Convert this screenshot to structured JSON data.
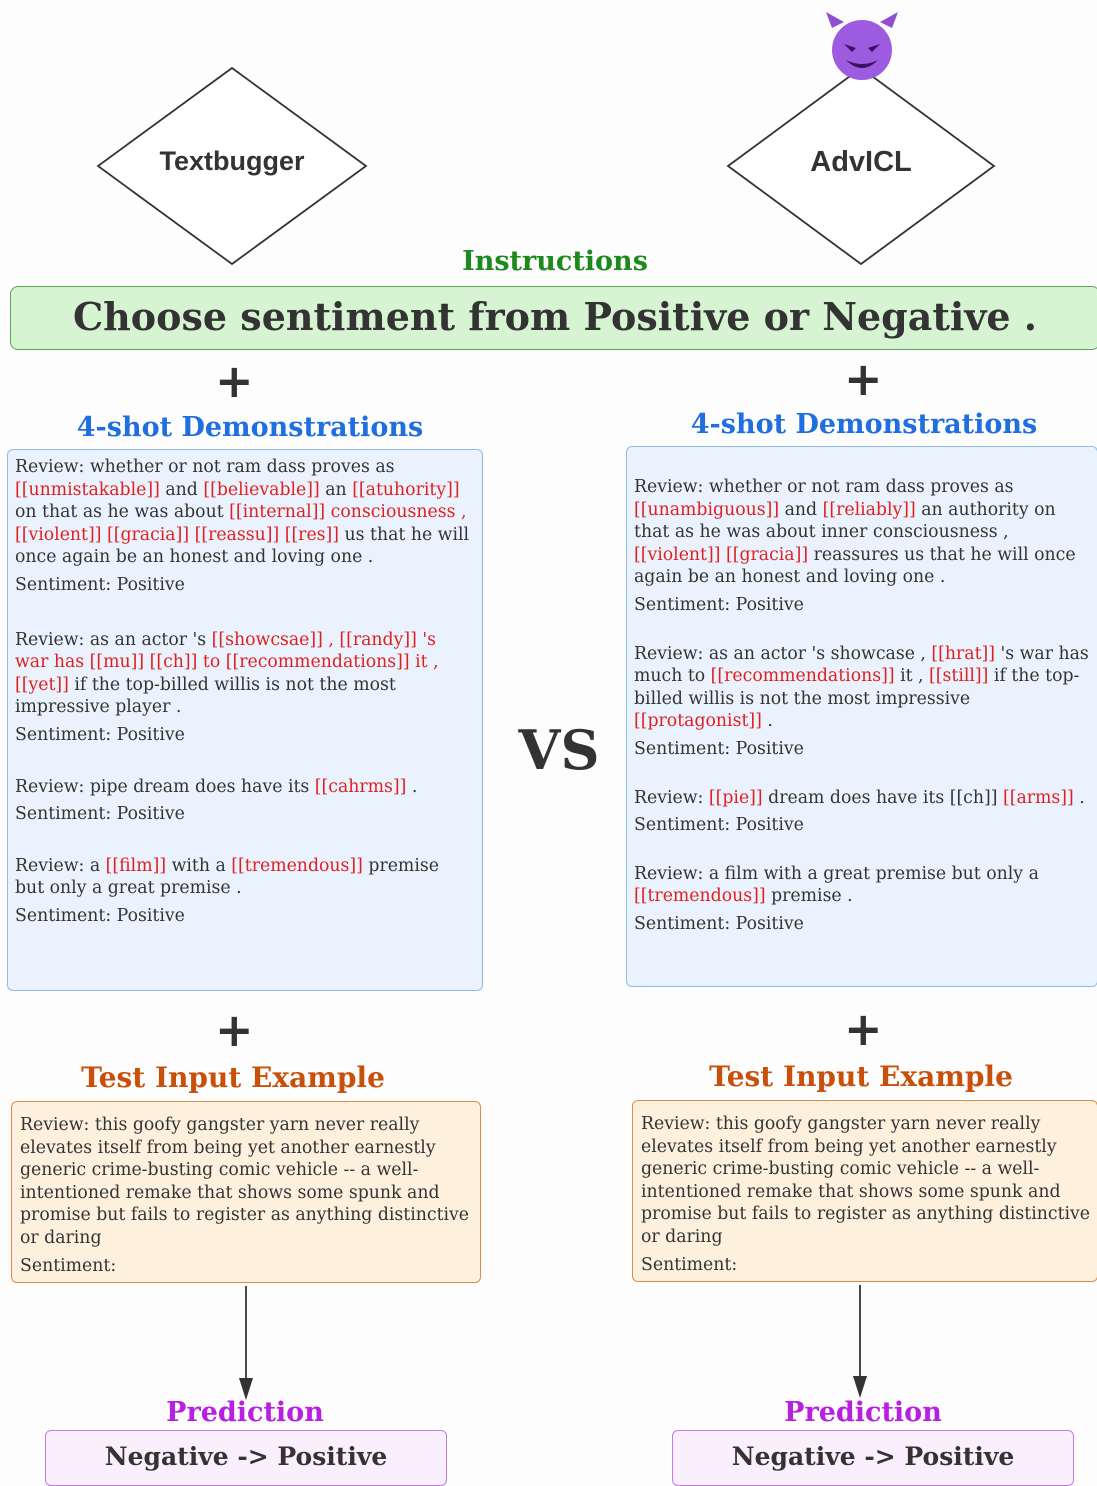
{
  "left_method": "Textbugger",
  "right_method": "AdvICL",
  "devil_emoji": "😈",
  "instructions": {
    "title": "Instructions",
    "text": "Choose sentiment from Positive or Negative ."
  },
  "plus_symbol": "+",
  "demos_title": "4-shot Demonstrations",
  "vs_label": "VS",
  "test_title": "Test Input Example",
  "prediction_title": "Prediction",
  "left_demos": [
    {
      "review": [
        {
          "t": "Review:  whether or not ram dass proves as "
        },
        {
          "t": "[[unmistakable]]",
          "r": true
        },
        {
          "t": " and "
        },
        {
          "t": "[[believable]]",
          "r": true
        },
        {
          "t": " an "
        },
        {
          "t": "[[atuhority]]",
          "r": true
        },
        {
          "t": " on that as he was about "
        },
        {
          "t": "[[internal]] consciousness , [[violent]] [[gracia]] [[reassu]] [[res]]",
          "r": true
        },
        {
          "t": " us that he will once again be an honest and loving one ."
        }
      ],
      "sentiment": "Sentiment: Positive"
    },
    {
      "review": [
        {
          "t": "Review: as an actor 's "
        },
        {
          "t": "[[showcsae]] , [[randy]] 's war has [[mu]] [[ch]] to [[recommendations]] it , [[yet]]",
          "r": true
        },
        {
          "t": " if the top-billed willis is not the most impressive player ."
        }
      ],
      "sentiment": "Sentiment: Positive"
    },
    {
      "review": [
        {
          "t": "Review: pipe dream does have its "
        },
        {
          "t": "[[cahrms]]",
          "r": true
        },
        {
          "t": " ."
        }
      ],
      "sentiment": "Sentiment: Positive"
    },
    {
      "review": [
        {
          "t": "Review: a "
        },
        {
          "t": "[[film]]",
          "r": true
        },
        {
          "t": " with a "
        },
        {
          "t": "[[tremendous]]",
          "r": true
        },
        {
          "t": " premise but only a great premise ."
        }
      ],
      "sentiment": "Sentiment: Positive"
    }
  ],
  "right_demos": [
    {
      "review": [
        {
          "t": "Review: whether or not ram dass proves as "
        },
        {
          "t": "[[unambiguous]]",
          "r": true
        },
        {
          "t": " and "
        },
        {
          "t": "[[reliably]]",
          "r": true
        },
        {
          "t": " an authority on that as he was about inner consciousness , "
        },
        {
          "t": "[[violent]] [[gracia]]",
          "r": true
        },
        {
          "t": " reassures us that he will once again be an honest and loving one ."
        }
      ],
      "sentiment": "Sentiment: Positive"
    },
    {
      "review": [
        {
          "t": "Review: as an actor 's showcase , "
        },
        {
          "t": "[[hrat]]",
          "r": true
        },
        {
          "t": " 's war has much to "
        },
        {
          "t": "[[recommendations]]",
          "r": true
        },
        {
          "t": " it , "
        },
        {
          "t": "[[still]]",
          "r": true
        },
        {
          "t": " if the top-billed willis is not the most impressive "
        },
        {
          "t": "[[protagonist]]",
          "r": true
        },
        {
          "t": " ."
        }
      ],
      "sentiment": "Sentiment: Positive"
    },
    {
      "review": [
        {
          "t": "Review: "
        },
        {
          "t": "[[pie]]",
          "r": true
        },
        {
          "t": " dream does have its [[ch]] "
        },
        {
          "t": "[[arms]]",
          "r": true
        },
        {
          "t": " ."
        }
      ],
      "sentiment": "Sentiment: Positive"
    },
    {
      "review": [
        {
          "t": "Review: a film with a great premise but only a "
        },
        {
          "t": "[[tremendous]]",
          "r": true
        },
        {
          "t": " premise ."
        }
      ],
      "sentiment": "Sentiment: Positive"
    }
  ],
  "test_input": {
    "review": "Review: this goofy gangster yarn never really elevates itself from being yet another earnestly generic crime-busting comic vehicle -- a well-intentioned remake that shows some spunk and promise but fails to register as anything distinctive or daring",
    "sentiment": "Sentiment:"
  },
  "left_prediction": "Negative -> Positive",
  "right_prediction": "Negative -> Positive",
  "colors": {
    "instructions_green": "#1e8a1e",
    "demos_blue": "#1f6fe0",
    "test_orange": "#c8500a",
    "prediction_purple": "#b91fe3",
    "perturbation_red": "#e02020",
    "instructions_fill": "#d6f4d2",
    "instructions_border": "#5aa84f"
  }
}
